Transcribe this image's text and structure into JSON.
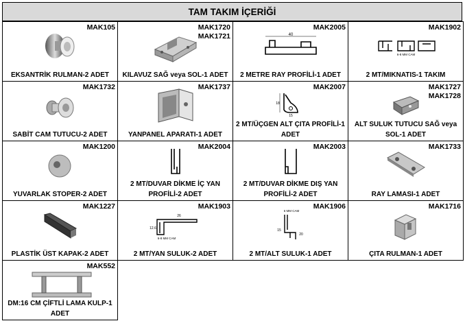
{
  "title": "TAM TAKIM İÇERİĞİ",
  "items": [
    {
      "codes": [
        "MAK105"
      ],
      "label": "EKSANTRİK RULMAN-2 ADET",
      "icon": "eccentric-bearing-icon"
    },
    {
      "codes": [
        "MAK1720",
        "MAK1721"
      ],
      "label": "KILAVUZ SAĞ veya SOL-1 ADET",
      "icon": "guide-bracket-icon"
    },
    {
      "codes": [
        "MAK2005"
      ],
      "label": "2 METRE RAY PROFİLİ-1 ADET",
      "icon": "rail-profile-icon"
    },
    {
      "codes": [
        "MAK1902"
      ],
      "label": "2 MT/MIKNATIS-1 TAKIM",
      "icon": "magnet-profile-icon"
    },
    {
      "codes": [
        "MAK1732"
      ],
      "label": "SABİT CAM TUTUCU-2 ADET",
      "icon": "glass-holder-icon"
    },
    {
      "codes": [
        "MAK1737"
      ],
      "label": "YANPANEL APARATI-1 ADET",
      "icon": "side-panel-bracket-icon"
    },
    {
      "codes": [
        "MAK2007"
      ],
      "label": "2 MT/ÜÇGEN ALT ÇITA PROFİLİ-1 ADET",
      "icon": "triangle-profile-icon"
    },
    {
      "codes": [
        "MAK1727",
        "MAK1728"
      ],
      "label": "ALT SULUK TUTUCU SAĞ veya SOL-1 ADET",
      "icon": "drip-holder-icon"
    },
    {
      "codes": [
        "MAK1200"
      ],
      "label": "YUVARLAK STOPER-2 ADET",
      "icon": "round-stopper-icon"
    },
    {
      "codes": [
        "MAK2004"
      ],
      "label": "2 MT/DUVAR DİKME İÇ YAN PROFİLİ-2 ADET",
      "icon": "wall-profile-inner-icon"
    },
    {
      "codes": [
        "MAK2003"
      ],
      "label": "2 MT/DUVAR DİKME DIŞ YAN PROFİLİ-2 ADET",
      "icon": "wall-profile-outer-icon"
    },
    {
      "codes": [
        "MAK1733"
      ],
      "label": "RAY LAMASI-1 ADET",
      "icon": "rail-plate-icon"
    },
    {
      "codes": [
        "MAK1227"
      ],
      "label": "PLASTİK ÜST KAPAK-2 ADET",
      "icon": "top-cap-icon"
    },
    {
      "codes": [
        "MAK1903"
      ],
      "label": "2 MT/YAN SULUK-2 ADET",
      "icon": "side-drip-profile-icon"
    },
    {
      "codes": [
        "MAK1906"
      ],
      "label": "2 MT/ALT SULUK-1 ADET",
      "icon": "bottom-drip-profile-icon"
    },
    {
      "codes": [
        "MAK1716"
      ],
      "label": "ÇITA RULMAN-1 ADET",
      "icon": "strip-bearing-icon"
    },
    {
      "codes": [
        "MAK552"
      ],
      "label": "DM:16 CM ÇİFTLİ LAMA KULP-1 ADET",
      "icon": "double-handle-icon"
    }
  ],
  "drawing_texts": {
    "rail_dim": "40",
    "triangle_dim_h": "18",
    "triangle_dim_w": "15",
    "side_drip_w": "26",
    "side_drip_h": "12.6",
    "side_drip_glass": "6-8 MM CAM",
    "bottom_drip_glass": "6 MM CAM",
    "bottom_drip_w": "15",
    "bottom_drip_h": "20",
    "magnet_note": "6-8 MM CAM"
  }
}
